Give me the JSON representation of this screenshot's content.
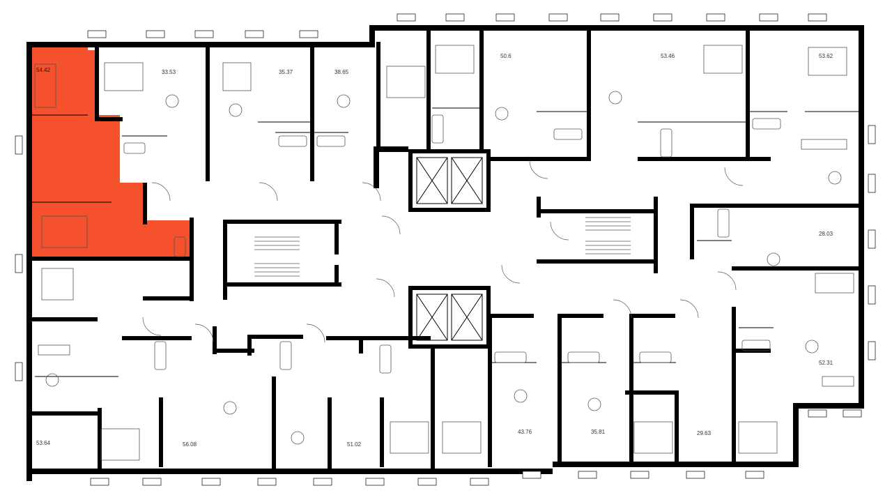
{
  "plan": {
    "colors": {
      "background": "#ffffff",
      "wall": "#000000",
      "highlight": "#f4512c"
    },
    "selected_unit": "54.42",
    "units": [
      {
        "id": "u1",
        "area": "54.42",
        "selected": true
      },
      {
        "id": "u2",
        "area": "33.53"
      },
      {
        "id": "u3",
        "area": "35.37"
      },
      {
        "id": "u4",
        "area": "38.65"
      },
      {
        "id": "u5",
        "area": "50.6"
      },
      {
        "id": "u6",
        "area": "53.46"
      },
      {
        "id": "u7",
        "area": "53.62"
      },
      {
        "id": "u8",
        "area": "28.03"
      },
      {
        "id": "u9",
        "area": "52.31"
      },
      {
        "id": "u10",
        "area": "29.63"
      },
      {
        "id": "u11",
        "area": "35.81"
      },
      {
        "id": "u12",
        "area": "43.76"
      },
      {
        "id": "u13",
        "area": "51.02"
      },
      {
        "id": "u14",
        "area": "56.08"
      },
      {
        "id": "u15",
        "area": "53.64"
      }
    ]
  }
}
